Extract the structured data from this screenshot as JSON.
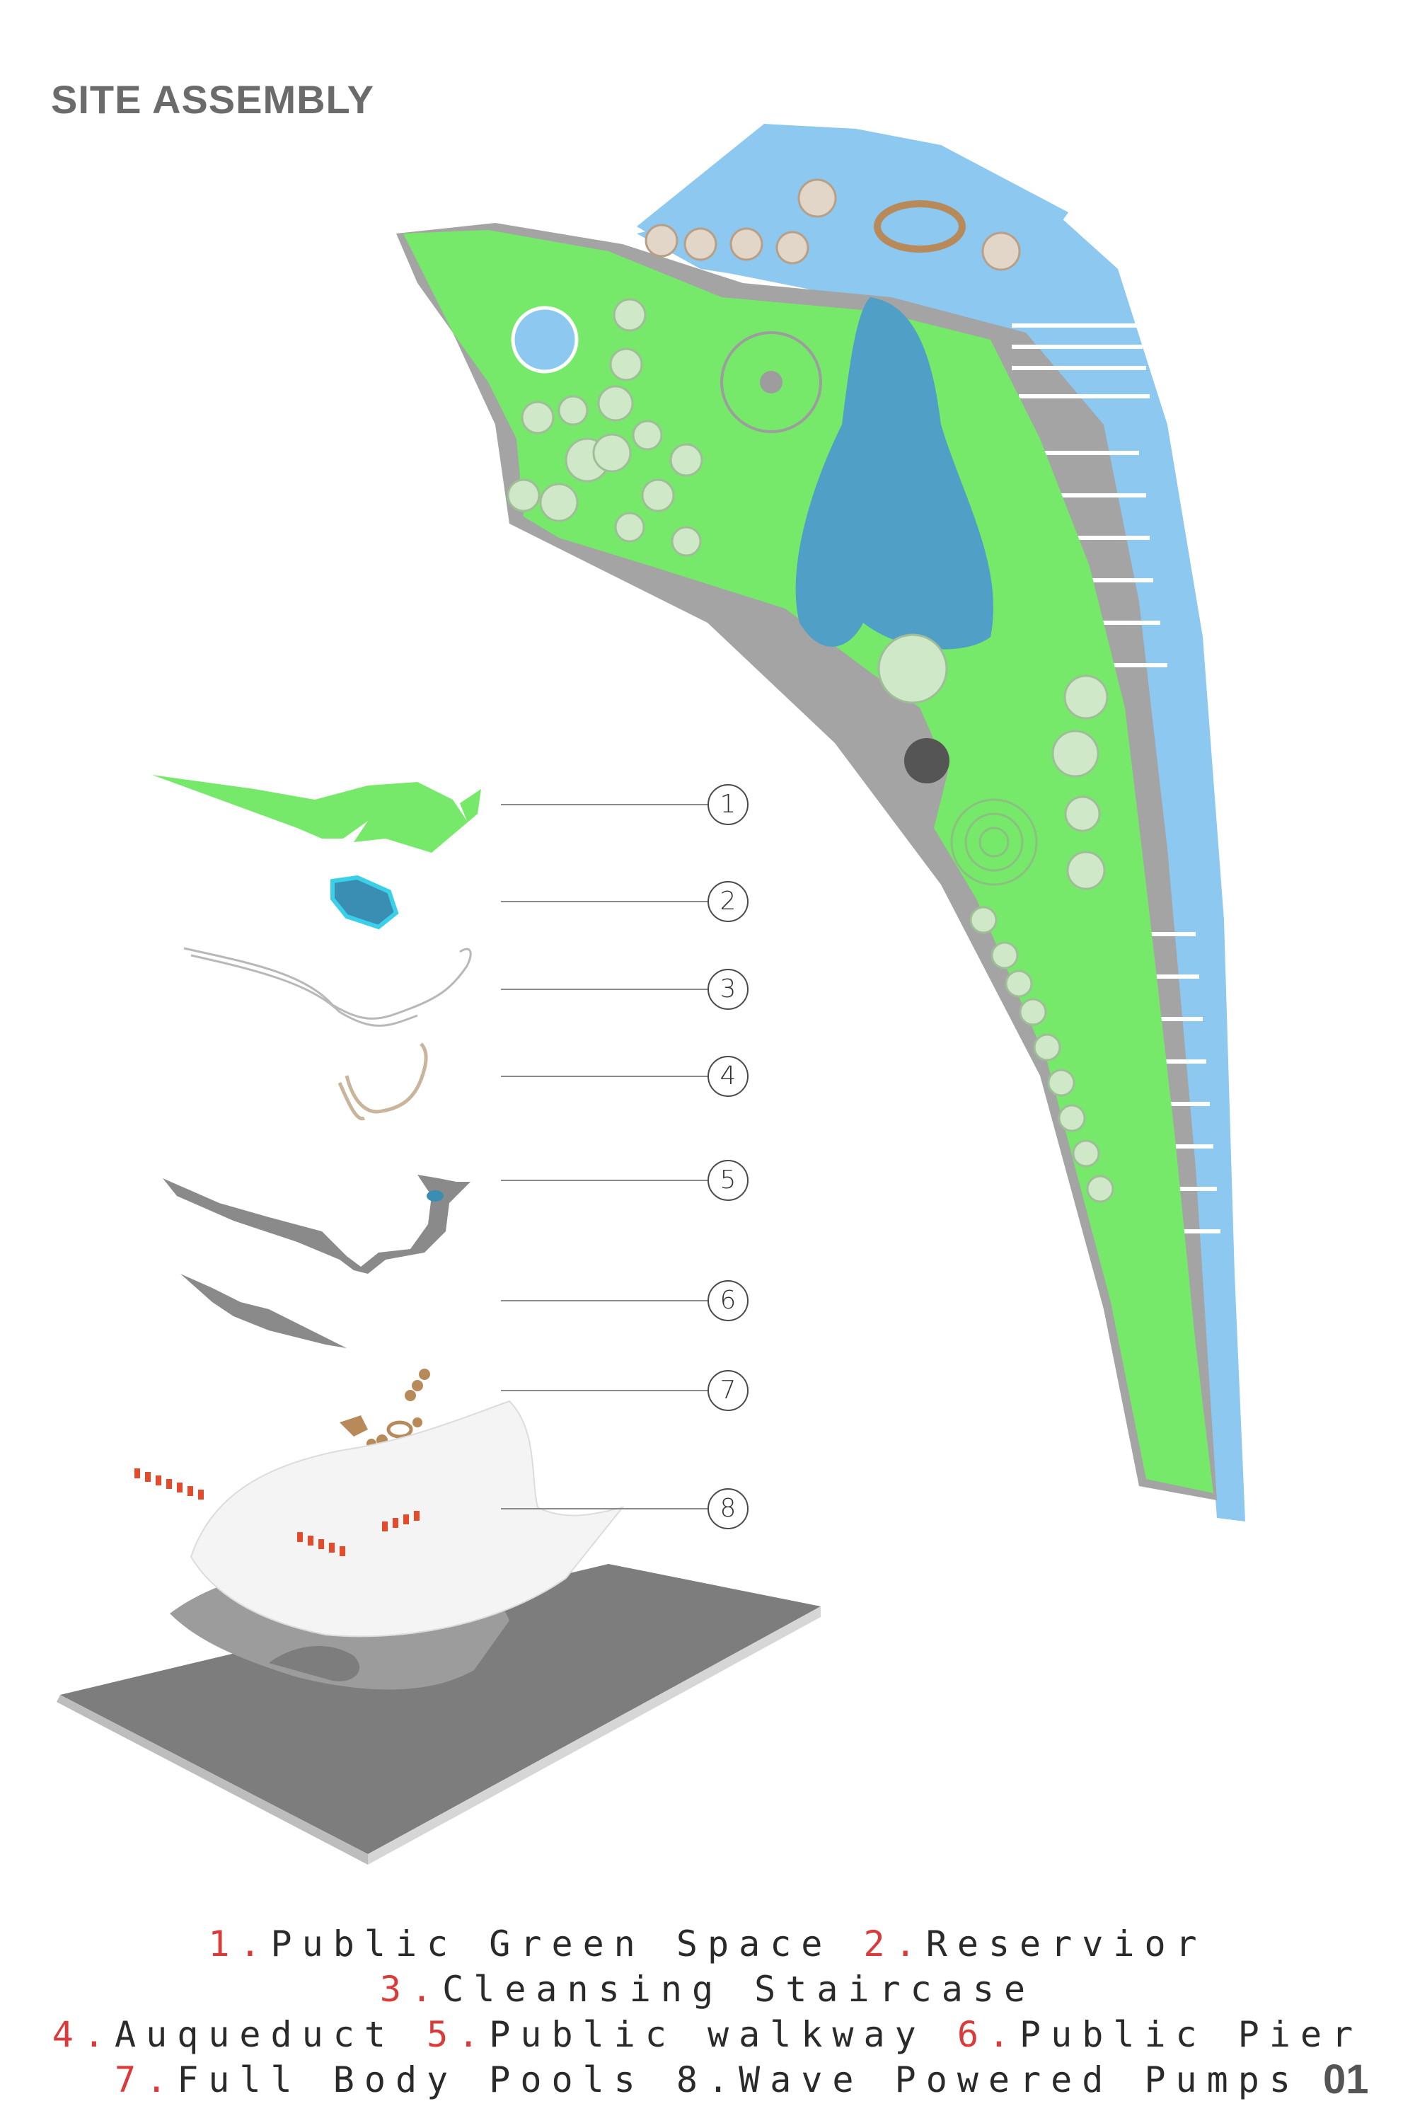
{
  "title": "SITE ASSEMBLY",
  "markers": [
    "1",
    "2",
    "3",
    "4",
    "5",
    "6",
    "7",
    "8"
  ],
  "legend": [
    {
      "num": "1.",
      "label": "Public Green Space"
    },
    {
      "num": "2.",
      "label": "Reservior"
    },
    {
      "num": "3.",
      "label": "Cleansing Staircase"
    },
    {
      "num": "4.",
      "label": "Auqueduct"
    },
    {
      "num": "5.",
      "label": "Public walkway"
    },
    {
      "num": "6.",
      "label": "Public Pier"
    },
    {
      "num": "7.",
      "label": "Full Body Pools"
    },
    {
      "num": "8.",
      "label": "Wave Powered Pumps"
    }
  ],
  "page_number": "01",
  "colors": {
    "green": "#76e86a",
    "water": "#8cc8ef",
    "reservoir": "#4f9fc6",
    "walkway": "#9b9b9b",
    "base": "#7d7d7d",
    "accent": "#d93a3a"
  }
}
